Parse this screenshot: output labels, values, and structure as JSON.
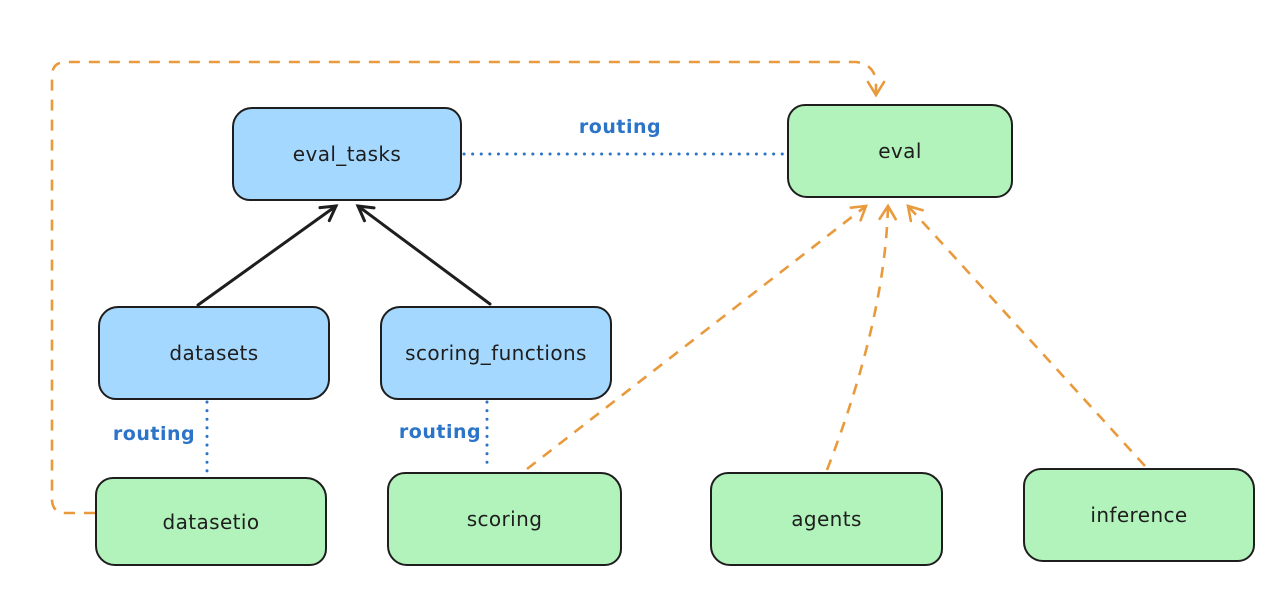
{
  "colors": {
    "canvas-bg": "#ffffff",
    "node-stroke": "#1e1e1e",
    "node-text": "#1e1e1e",
    "node-blue-fill": "#a5d8ff",
    "node-green-fill": "#b2f2bb",
    "arrow-black": "#1e1e1e",
    "arrow-orange": "#e89a3c",
    "routing-blue": "#2b74c7"
  },
  "nodes": {
    "eval_tasks": {
      "label": "eval_tasks",
      "fill": "blue"
    },
    "eval": {
      "label": "eval",
      "fill": "green"
    },
    "datasets": {
      "label": "datasets",
      "fill": "blue"
    },
    "scoring_functions": {
      "label": "scoring_functions",
      "fill": "blue"
    },
    "datasetio": {
      "label": "datasetio",
      "fill": "green"
    },
    "scoring": {
      "label": "scoring",
      "fill": "green"
    },
    "agents": {
      "label": "agents",
      "fill": "green"
    },
    "inference": {
      "label": "inference",
      "fill": "green"
    }
  },
  "edge_labels": {
    "eval_tasks_eval": "routing",
    "datasets_datasetio": "routing",
    "scoring_functions_scoring": "routing"
  }
}
